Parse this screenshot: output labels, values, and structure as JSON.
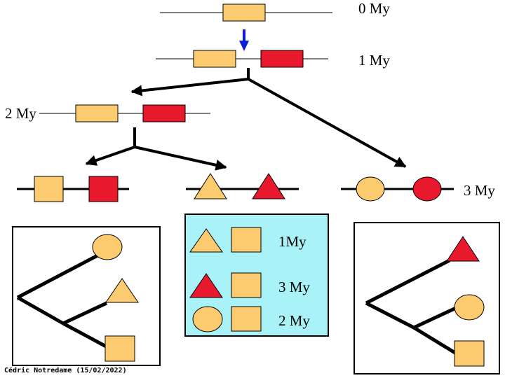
{
  "labels": {
    "t0": "0 My",
    "t1": "1 My",
    "t2": "2 My",
    "t3": "3 My"
  },
  "legend": {
    "rows": [
      {
        "shape": "triangle",
        "color": "orange",
        "label": "1My"
      },
      {
        "shape": "triangle",
        "color": "red",
        "label": "3 My"
      },
      {
        "shape": "circle",
        "color": "orange",
        "label": "2 My"
      }
    ]
  },
  "credit": "Cédric Notredame (15/02/2022)",
  "colors": {
    "orange": "#fccb6f",
    "red": "#e8192c",
    "arrow_blue": "#0a20d8",
    "legend_bg": "#a8f2f8",
    "line": "#000000"
  }
}
